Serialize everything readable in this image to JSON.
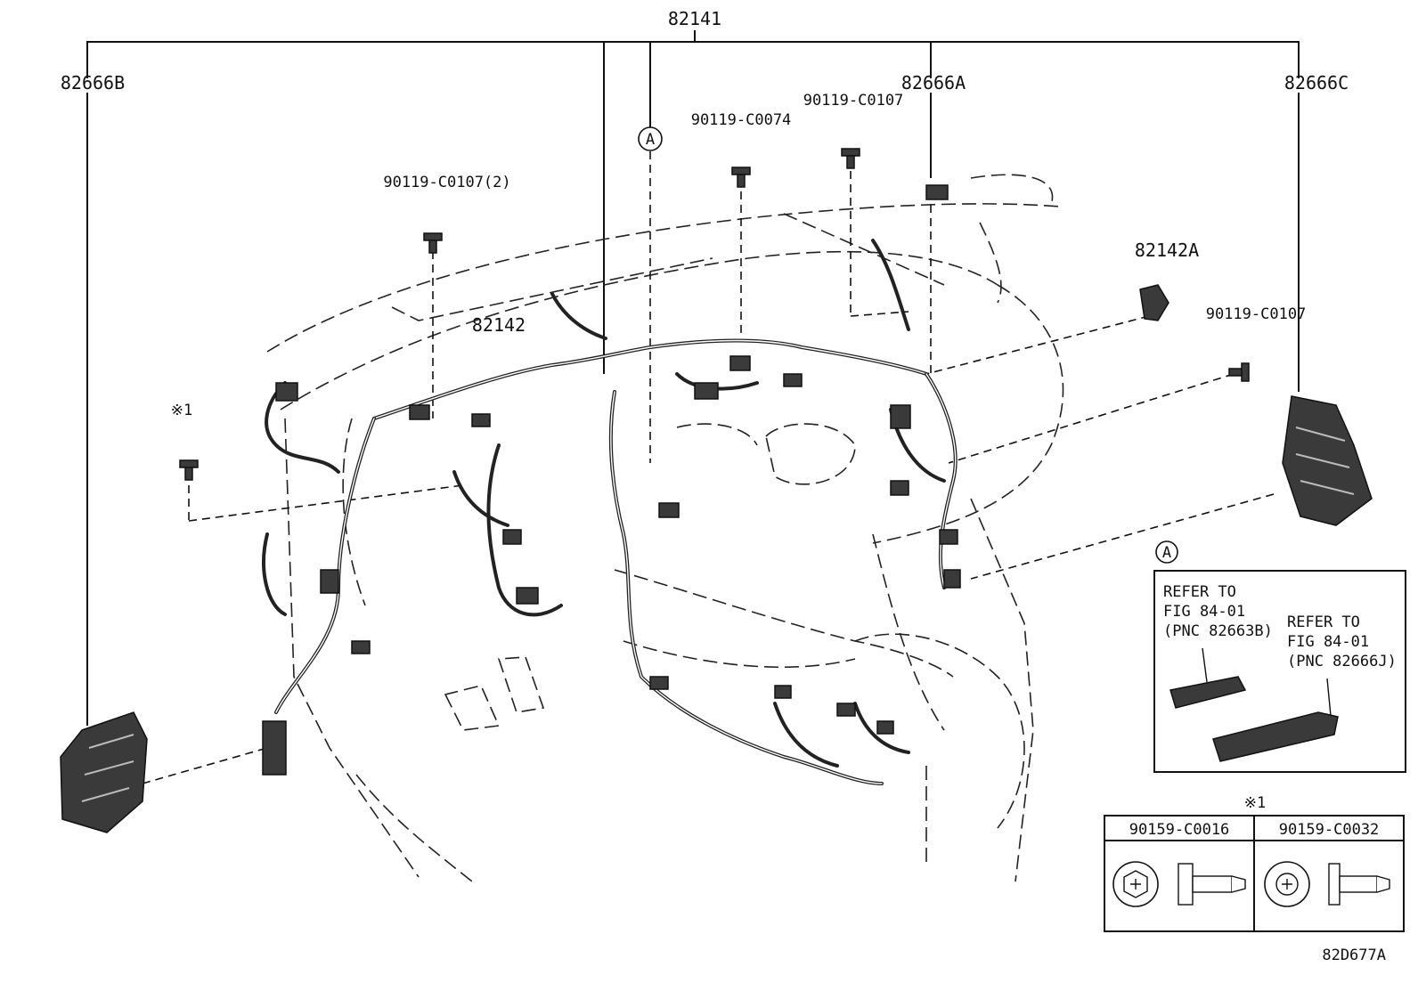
{
  "labels": {
    "main_harness": "82141",
    "ecu_left": "82666B",
    "ecu_center": "82666A",
    "ecu_right": "82666C",
    "sub_harness": "82142",
    "sub_harness_a": "82142A",
    "bolt_2": "90119-C0107(2)",
    "bolt_0074": "90119-C0074",
    "bolt_0107_top": "90119-C0107",
    "bolt_0107_right": "90119-C0107",
    "ref_marker": "※1",
    "circle_a": "A",
    "diagram_code": "82D677A"
  },
  "detail_box": {
    "marker": "A",
    "ref_left": [
      "REFER TO",
      "FIG 84-01",
      "(PNC 82663B)"
    ],
    "ref_right": [
      "REFER TO",
      "FIG 84-01",
      "(PNC 82666J)"
    ]
  },
  "fastener_table": {
    "marker": "※1",
    "columns": [
      "90159-C0016",
      "90159-C0032"
    ]
  }
}
